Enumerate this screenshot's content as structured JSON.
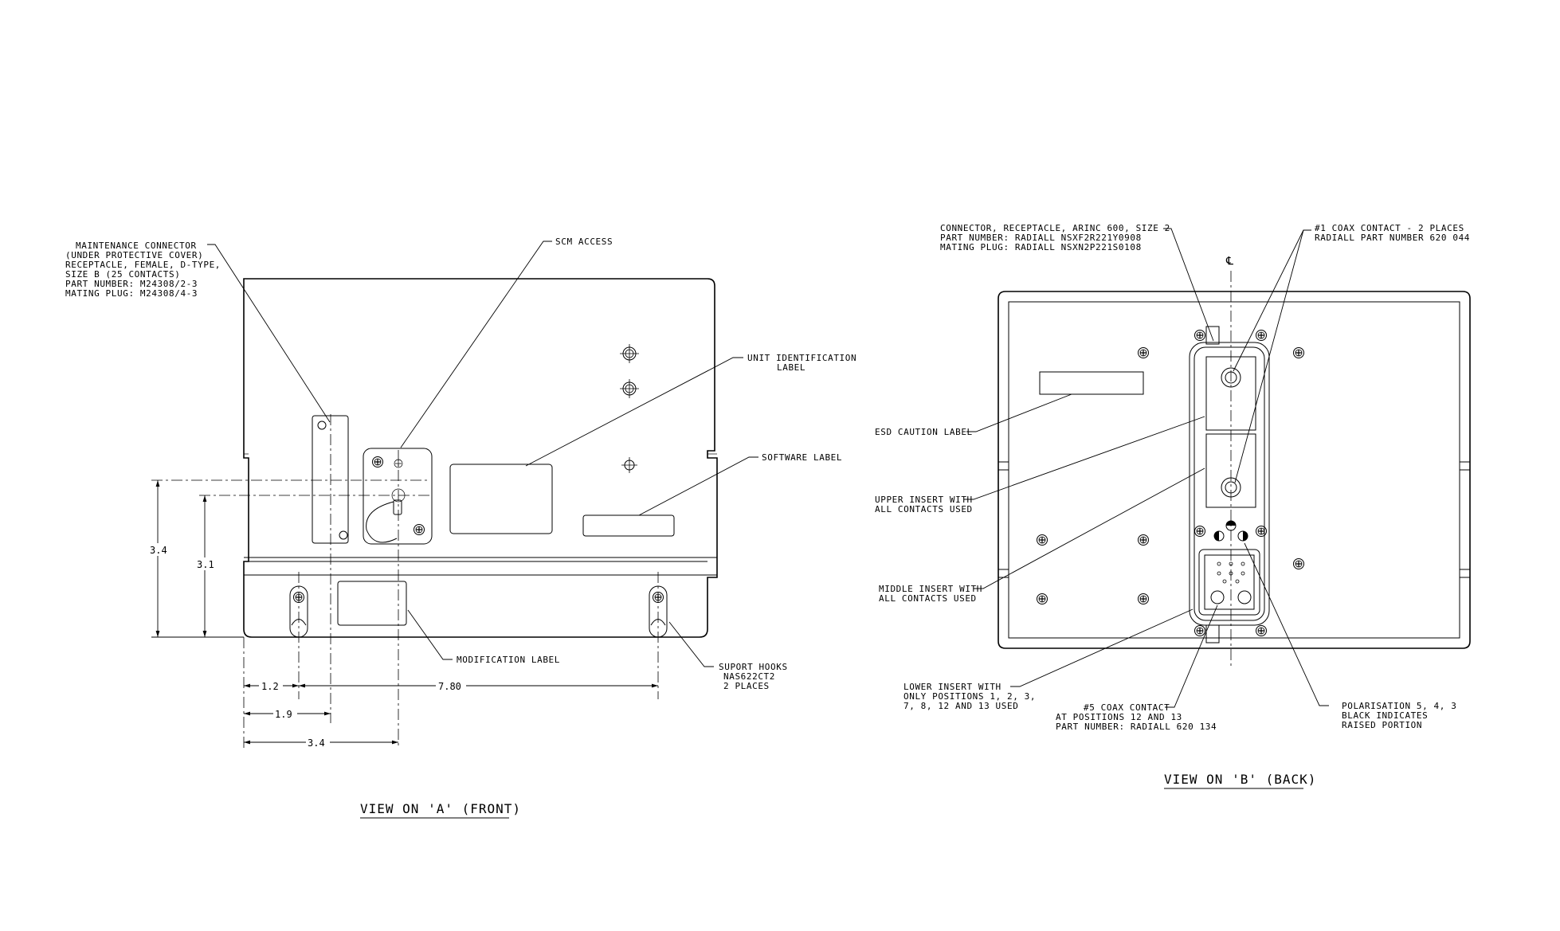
{
  "front_view": {
    "title": "VIEW ON 'A' (FRONT)",
    "callouts": {
      "maintenance_connector": [
        "MAINTENANCE CONNECTOR",
        "(UNDER PROTECTIVE COVER)",
        "RECEPTACLE, FEMALE, D-TYPE,",
        "SIZE B (25 CONTACTS)",
        "PART NUMBER: M24308/2-3",
        "MATING PLUG: M24308/4-3"
      ],
      "scm_access": "SCM ACCESS",
      "unit_identification_label": [
        "UNIT IDENTIFICATION",
        "LABEL"
      ],
      "software_label": "SOFTWARE LABEL",
      "modification_label": "MODIFICATION LABEL",
      "support_hooks": [
        "SUPORT HOOKS",
        "NAS622CT2",
        "2 PLACES"
      ]
    },
    "dimensions": {
      "height_outer": "3.4",
      "height_inner": "3.1",
      "horiz_1": "1.2",
      "horiz_2": "7.80",
      "horiz_3": "1.9",
      "horiz_4": "3.4"
    }
  },
  "back_view": {
    "title": "VIEW ON 'B' (BACK)",
    "centerline_symbol": "℄",
    "callouts": {
      "connector": [
        "CONNECTOR, RECEPTACLE, ARINC 600, SIZE 2",
        "PART NUMBER: RADIALL NSXF2R221Y0908",
        "MATING PLUG: RADIALL NSXN2P221S0108"
      ],
      "coax_contact_1": [
        "#1 COAX CONTACT - 2 PLACES",
        "RADIALL PART NUMBER 620 044"
      ],
      "esd_caution_label": "ESD CAUTION LABEL",
      "upper_insert": [
        "UPPER INSERT WITH",
        "ALL CONTACTS USED"
      ],
      "middle_insert": [
        "MIDDLE INSERT WITH",
        "ALL CONTACTS USED"
      ],
      "lower_insert": [
        "LOWER INSERT WITH",
        "ONLY POSITIONS 1, 2, 3,",
        "7, 8, 12 AND 13 USED"
      ],
      "coax_contact_5": [
        "#5 COAX CONTACT",
        "AT POSITIONS 12 AND 13",
        "PART NUMBER: RADIALL 620 134"
      ],
      "polarisation": [
        "POLARISATION 5, 4, 3",
        "BLACK INDICATES",
        "RAISED PORTION"
      ]
    }
  }
}
